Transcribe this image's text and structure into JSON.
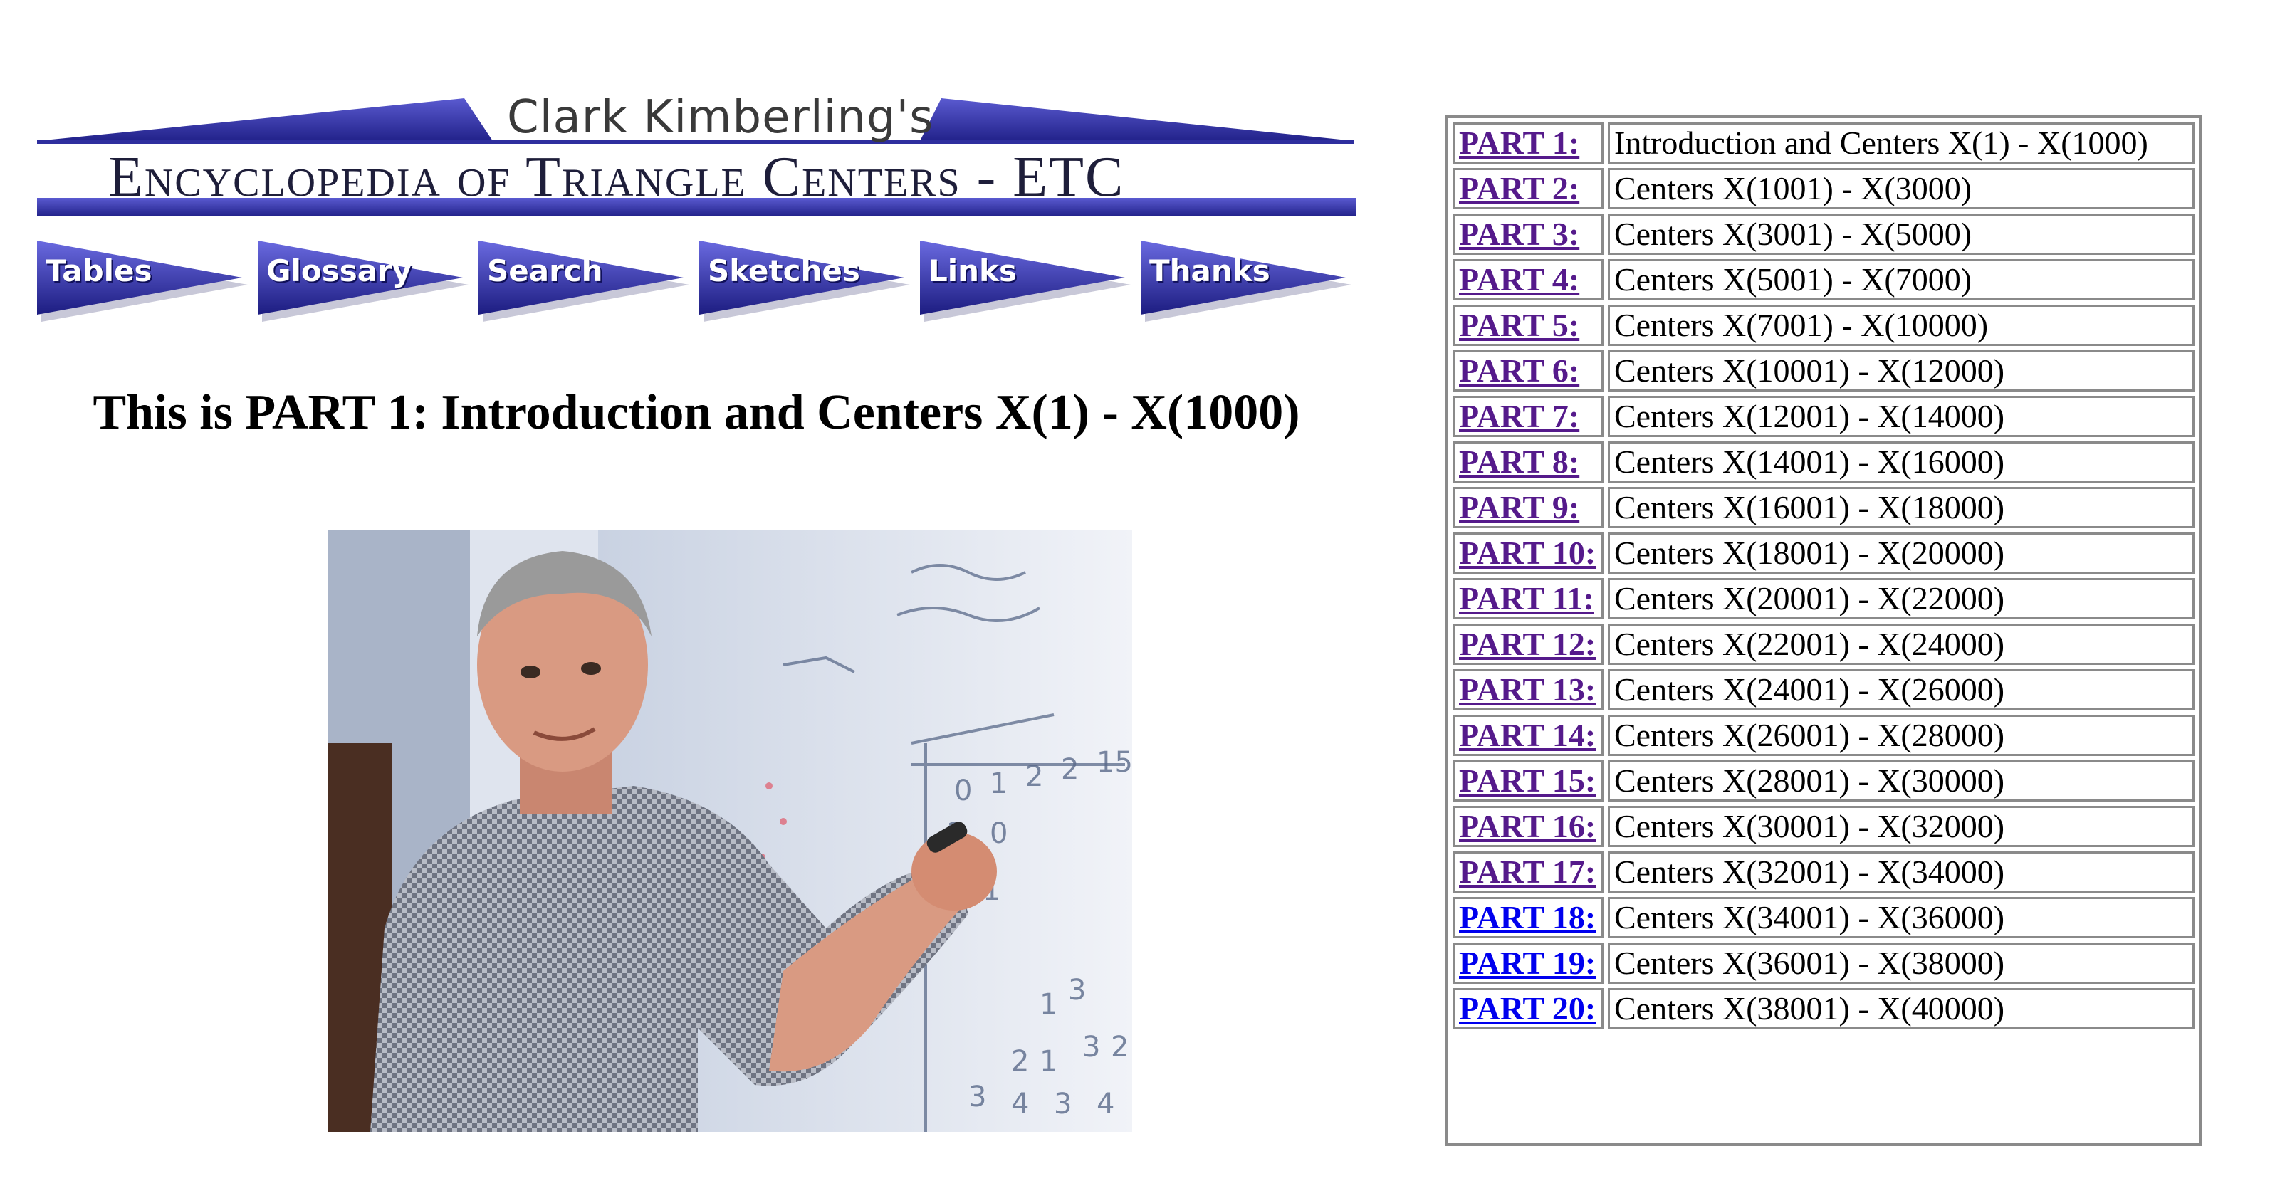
{
  "banner": {
    "author": "Clark Kimberling's",
    "title": "Encyclopedia of Triangle Centers - ETC"
  },
  "nav": [
    {
      "label": "Tables"
    },
    {
      "label": "Glossary"
    },
    {
      "label": "Search"
    },
    {
      "label": "Sketches"
    },
    {
      "label": "Links"
    },
    {
      "label": "Thanks"
    }
  ],
  "heading": "This is PART 1: Introduction and Centers X(1) - X(1000)",
  "parts": [
    {
      "label": "PART 1:",
      "desc": "Introduction and Centers X(1) - X(1000)",
      "visited": true
    },
    {
      "label": "PART 2:",
      "desc": "Centers X(1001) - X(3000)",
      "visited": true
    },
    {
      "label": "PART 3:",
      "desc": "Centers X(3001) - X(5000)",
      "visited": true
    },
    {
      "label": "PART 4:",
      "desc": "Centers X(5001) - X(7000)",
      "visited": true
    },
    {
      "label": "PART 5:",
      "desc": "Centers X(7001) - X(10000)",
      "visited": true
    },
    {
      "label": "PART 6:",
      "desc": "Centers X(10001) - X(12000)",
      "visited": true
    },
    {
      "label": "PART 7:",
      "desc": "Centers X(12001) - X(14000)",
      "visited": true
    },
    {
      "label": "PART 8:",
      "desc": "Centers X(14001) - X(16000)",
      "visited": true
    },
    {
      "label": "PART 9:",
      "desc": "Centers X(16001) - X(18000)",
      "visited": true
    },
    {
      "label": "PART 10:",
      "desc": "Centers X(18001) - X(20000)",
      "visited": true
    },
    {
      "label": "PART 11:",
      "desc": "Centers X(20001) - X(22000)",
      "visited": true
    },
    {
      "label": "PART 12:",
      "desc": "Centers X(22001) - X(24000)",
      "visited": true
    },
    {
      "label": "PART 13:",
      "desc": "Centers X(24001) - X(26000)",
      "visited": true
    },
    {
      "label": "PART 14:",
      "desc": "Centers X(26001) - X(28000)",
      "visited": true
    },
    {
      "label": "PART 15:",
      "desc": "Centers X(28001) - X(30000)",
      "visited": true
    },
    {
      "label": "PART 16:",
      "desc": "Centers X(30001) - X(32000)",
      "visited": true
    },
    {
      "label": "PART 17:",
      "desc": "Centers X(32001) - X(34000)",
      "visited": true
    },
    {
      "label": "PART 18:",
      "desc": "Centers X(34001) - X(36000)",
      "visited": false
    },
    {
      "label": "PART 19:",
      "desc": "Centers X(36001) - X(38000)",
      "visited": false
    },
    {
      "label": "PART 20:",
      "desc": "Centers X(38001) - X(40000)",
      "visited": false
    }
  ],
  "colors": {
    "banner_blue": "#2e2e9e",
    "visited_link": "#551a8b",
    "unvisited_link": "#0000ee"
  }
}
